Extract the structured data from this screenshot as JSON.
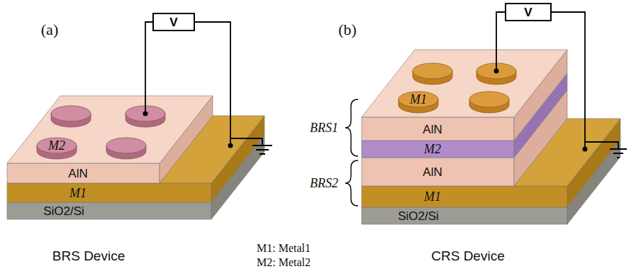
{
  "diagram": {
    "nodes": [
      {
        "text": [
          "V"
        ]
      },
      {
        "text": [
          "V"
        ]
      }
    ],
    "labels": [
      "(a)",
      "M2",
      "AlN",
      "M1",
      "SiO2/Si",
      "BRS Device",
      "M1: Metal1",
      "M2: Metal2",
      "(b)",
      "M1",
      "AlN",
      "M2",
      "AlN",
      "M1",
      "SiO2/Si",
      "BRS1",
      "BRS2",
      "CRS Device"
    ]
  }
}
